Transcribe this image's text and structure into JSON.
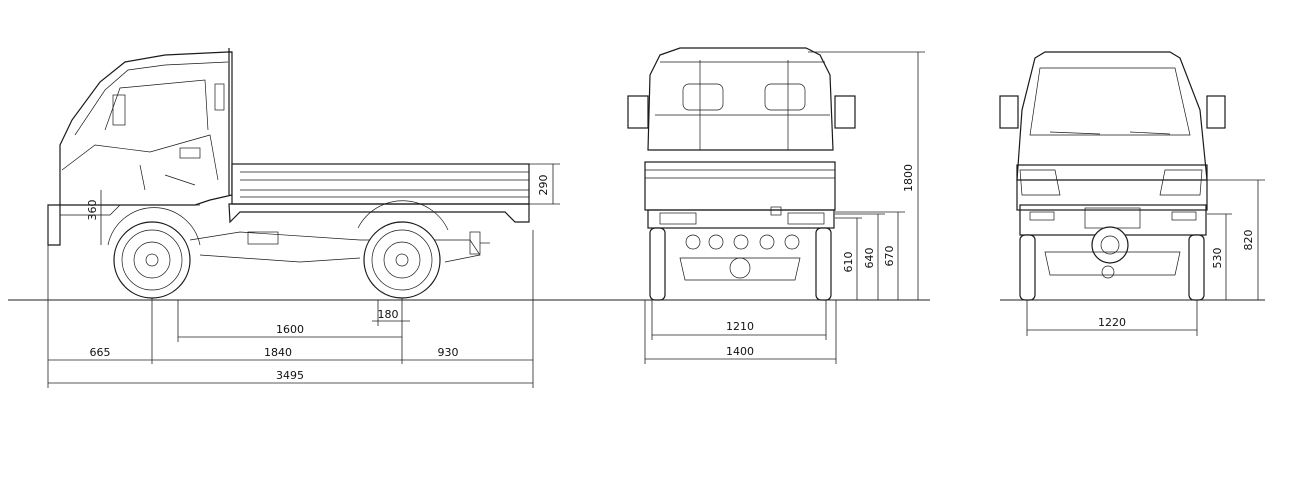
{
  "side_view": {
    "bed_height": "290",
    "cab_step": "360",
    "wheel_offset": "180",
    "track_center": "1600",
    "front_overhang": "665",
    "wheelbase": "1840",
    "rear_overhang": "930",
    "overall_length": "3495"
  },
  "rear_view": {
    "overall_height": "1800",
    "hitch_height": "610",
    "bumper_height": "640",
    "frame_height": "670",
    "rear_track": "1210",
    "overall_width": "1400"
  },
  "front_view": {
    "front_track": "1220",
    "bumper_height": "530",
    "hood_height": "820"
  },
  "colors": {
    "line": "#1a1a1a",
    "background": "#ffffff"
  }
}
